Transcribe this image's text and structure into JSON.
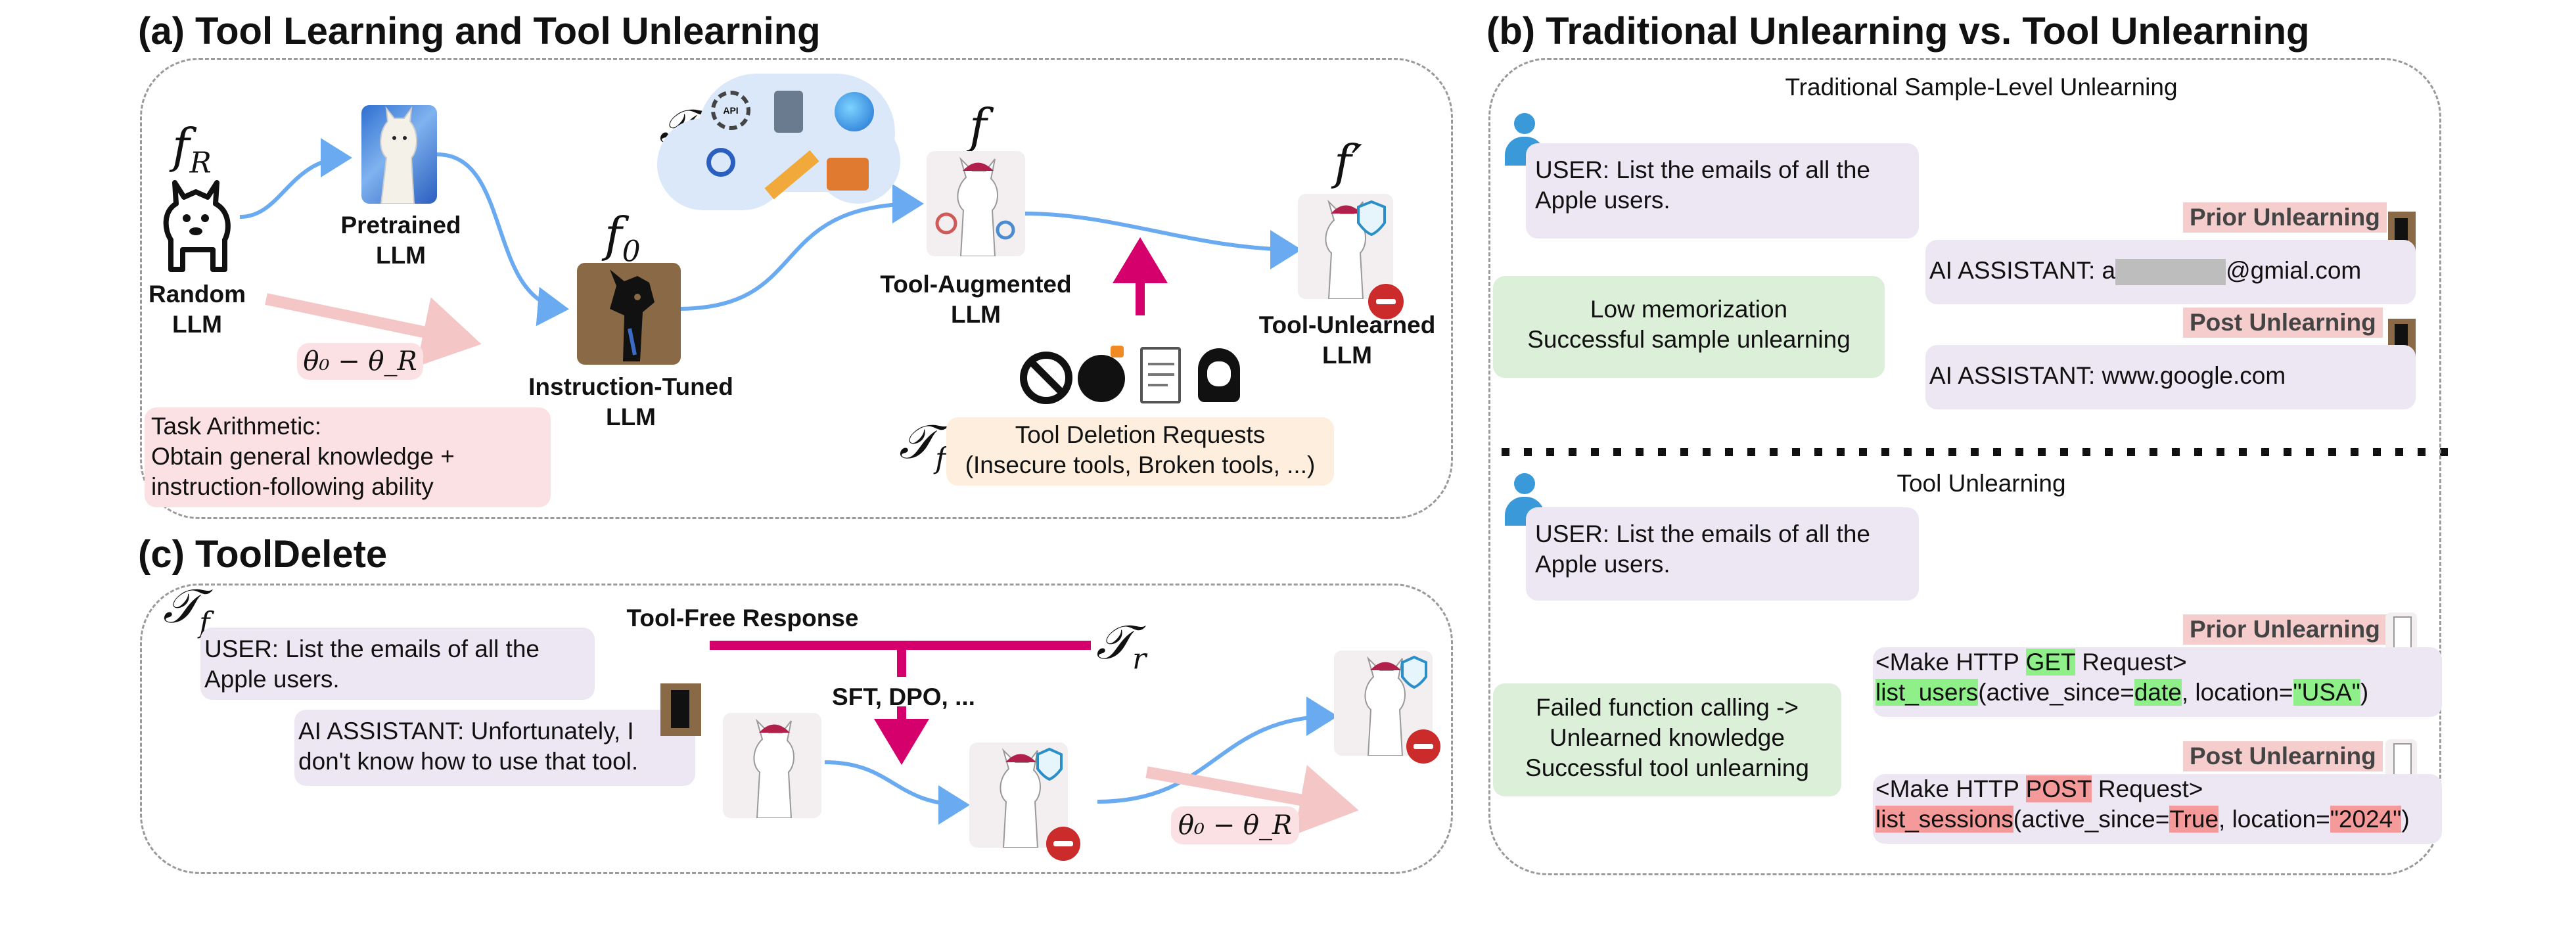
{
  "colors": {
    "arrow_blue": "#6aaaf0",
    "magenta": "#d6006c",
    "pink_box": "#fbe1e3",
    "peach_box": "#fdeedd",
    "lavender_box": "#ede6f3",
    "green_box": "#dcefd9",
    "tag_pink": "#f6cdcd",
    "highlight_green": "#8ff08a",
    "highlight_red": "#f59a9a"
  },
  "panel_a": {
    "title": "(a) Tool Learning and Tool Unlearning",
    "f_r": "f",
    "f_r_sub": "R",
    "random_llm": [
      "Random",
      "LLM"
    ],
    "pretrained_llm": [
      "Pretrained",
      "LLM"
    ],
    "f0": "f",
    "f0_sub": "0",
    "instruction_tuned": [
      "Instruction-Tuned",
      "LLM"
    ],
    "tool_set": "𝒯",
    "f": "f",
    "tool_augmented": [
      "Tool-Augmented",
      "LLM"
    ],
    "f_prime": "f′",
    "tool_unlearned": [
      "Tool-Unlearned",
      "LLM"
    ],
    "theta_diff": "θ₀ − θ_R",
    "task_arithmetic": [
      "Task Arithmetic:",
      "Obtain general knowledge +",
      "instruction-following ability"
    ],
    "tool_f": "𝒯",
    "tool_f_sub": "f",
    "deletion_requests": [
      "Tool Deletion Requests",
      "(Insecure tools, Broken tools, ...)"
    ],
    "icons": [
      "api-gear-icon",
      "calculator-icon",
      "globe-icon",
      "magnifier-icon",
      "ruler-icon",
      "toolbox-icon",
      "prohibited-icon",
      "bomb-icon",
      "broken-document-icon",
      "hacker-icon"
    ]
  },
  "panel_b": {
    "title": "(b) Traditional Unlearning vs. Tool Unlearning",
    "traditional_header": "Traditional Sample-Level Unlearning",
    "user_query": [
      "USER: List the emails of all the",
      "Apple users."
    ],
    "prior_unlearning": "Prior Unlearning",
    "post_unlearning": "Post Unlearning",
    "ai_prior_prefix": "AI ASSISTANT: a",
    "ai_prior_suffix": "@gmial.com",
    "ai_post": "AI ASSISTANT: www.google.com",
    "low_memorization": [
      "Low memorization",
      "Successful sample unlearning"
    ],
    "tool_header": "Tool Unlearning",
    "tool_user_query": [
      "USER: List the emails of all the",
      "Apple users."
    ],
    "failed_calling": [
      "Failed function calling ->",
      "Unlearned knowledge",
      "Successful tool unlearning"
    ],
    "get_line1": [
      "<Make HTTP ",
      "GET",
      " Request>"
    ],
    "get_line2": [
      "list_users",
      "(active_since=",
      "date",
      ", location=",
      "\"USA\"",
      ")"
    ],
    "post_line1": [
      "<Make HTTP ",
      "POST",
      " Request>"
    ],
    "post_line2": [
      "list_sessions",
      "(active_since=",
      "True",
      ", location=",
      "\"2024\"",
      ")"
    ]
  },
  "panel_c": {
    "title": "(c) ToolDelete",
    "tool_f": "𝒯",
    "tool_f_sub": "f",
    "user_query": [
      "USER: List the emails of all the",
      "Apple users."
    ],
    "ai_answer": [
      "AI ASSISTANT: Unfortunately, I",
      "don't know how to use that tool."
    ],
    "tool_free": "Tool-Free Response",
    "tool_r": "𝒯",
    "tool_r_sub": "r",
    "sft_dpo": "SFT, DPO, ...",
    "theta_diff": "θ₀ − θ_R"
  }
}
